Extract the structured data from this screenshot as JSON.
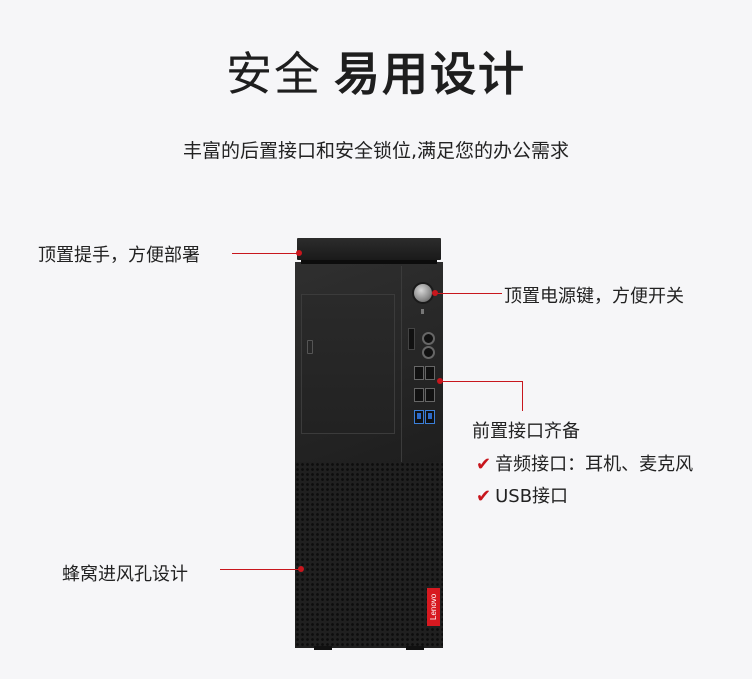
{
  "title": {
    "light": "安全",
    "bold": "易用设计"
  },
  "subtitle": "丰富的后置接口和安全锁位,满足您的办公需求",
  "callouts": {
    "handle": "顶置提手，方便部署",
    "power": "顶置电源键，方便开关",
    "ports_heading": "前置接口齐备",
    "ports_audio": "音频接口：耳机、麦克风",
    "ports_usb": "USB接口",
    "vent": "蜂窝进风孔设计"
  },
  "check_mark": "✔",
  "brand_logo": "Lenovo",
  "colors": {
    "accent": "#c8161d",
    "background": "#f6f6f8",
    "case": "#232323"
  }
}
